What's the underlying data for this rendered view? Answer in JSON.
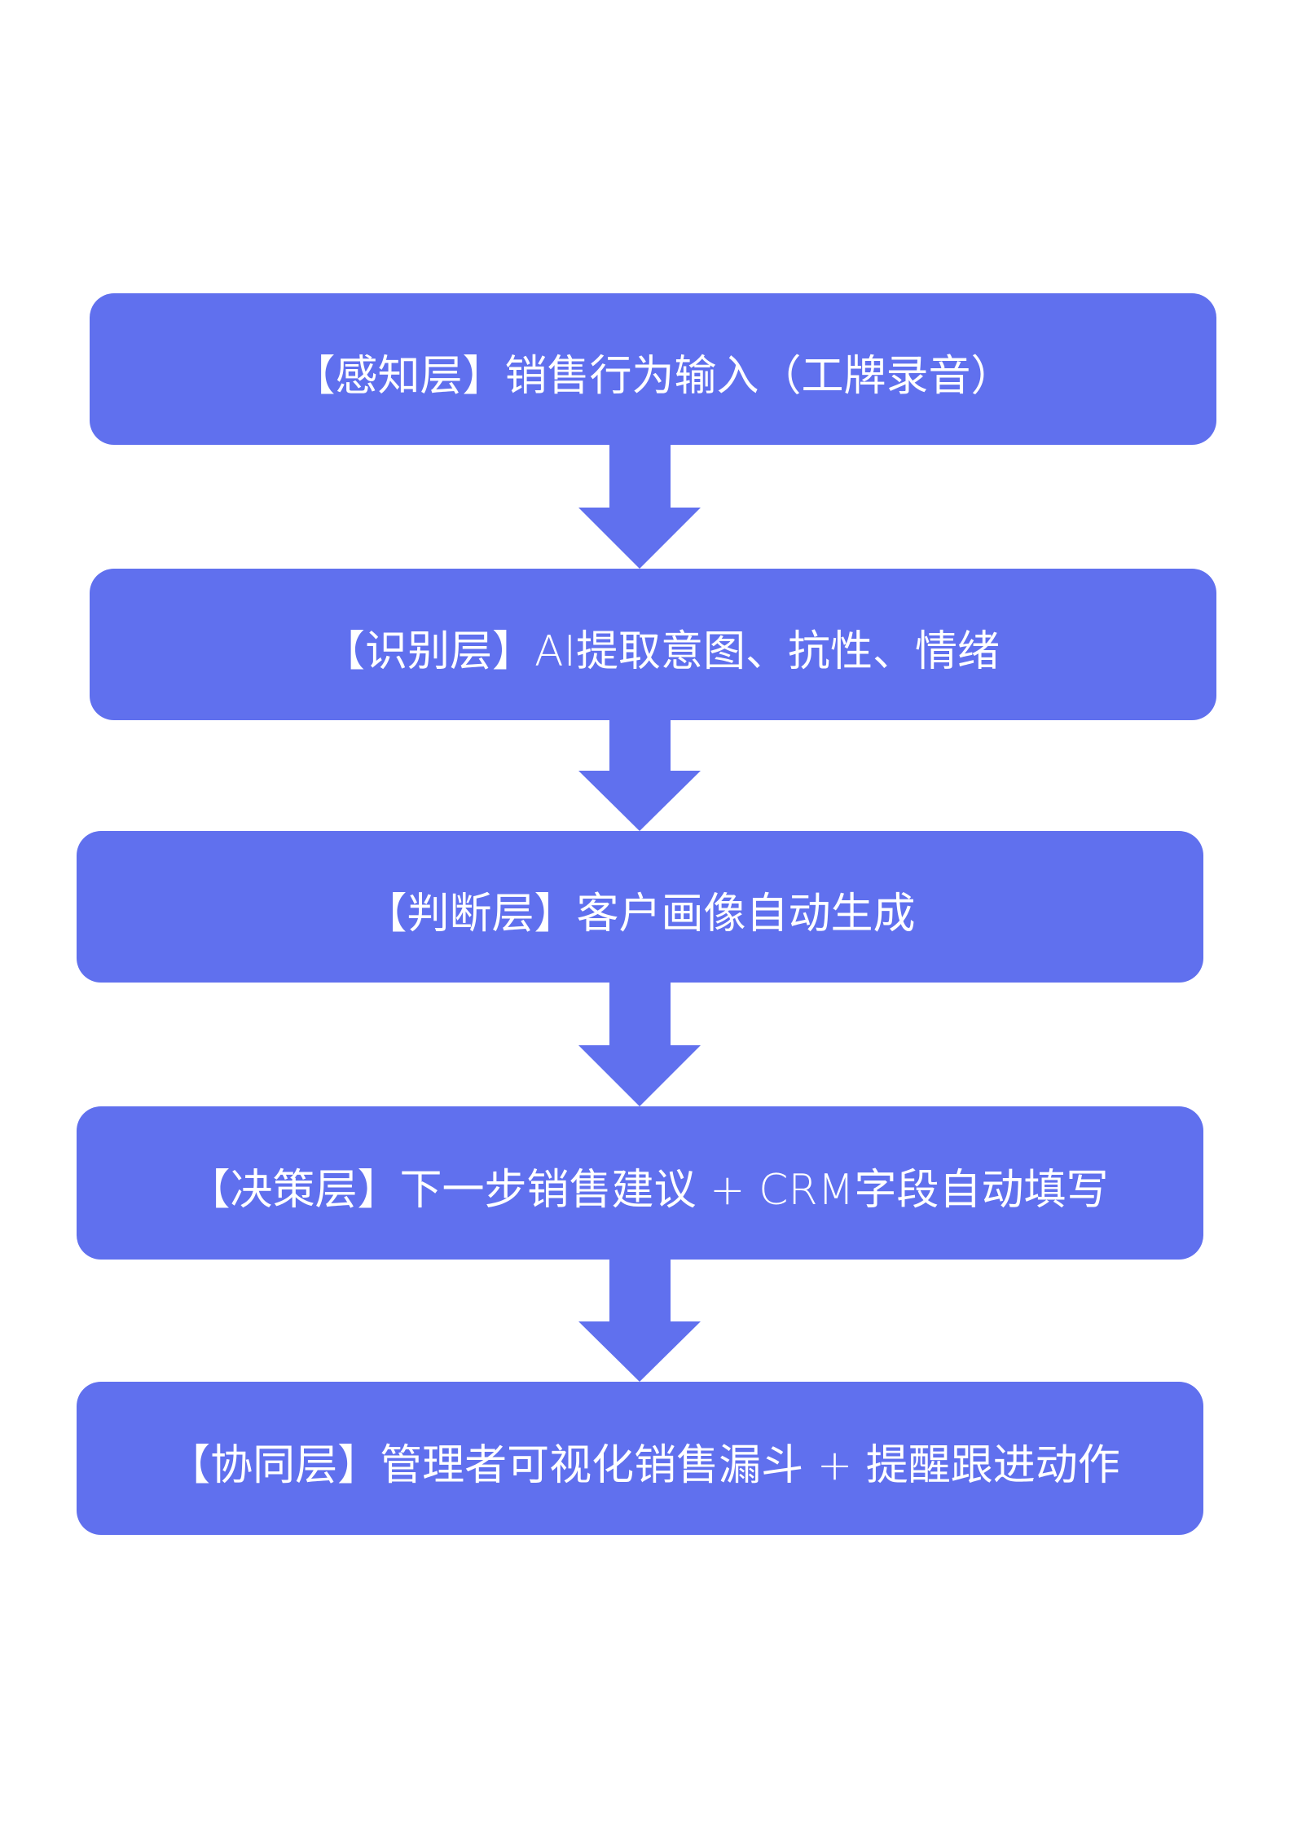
{
  "colors": {
    "accent": "#6070EE",
    "text": "#FFFFFF",
    "background": "#FFFFFF"
  },
  "flow": {
    "steps": [
      {
        "label": "【感知层】销售行为输入（工牌录音）"
      },
      {
        "label": "【识别层】AI提取意图、抗性、情绪"
      },
      {
        "label": "【判断层】客户画像自动生成"
      },
      {
        "label": "【决策层】下一步销售建议 + CRM字段自动填写"
      },
      {
        "label": "【协同层】管理者可视化销售漏斗 + 提醒跟进动作"
      }
    ],
    "arrow_icon": "down-arrow-icon"
  }
}
